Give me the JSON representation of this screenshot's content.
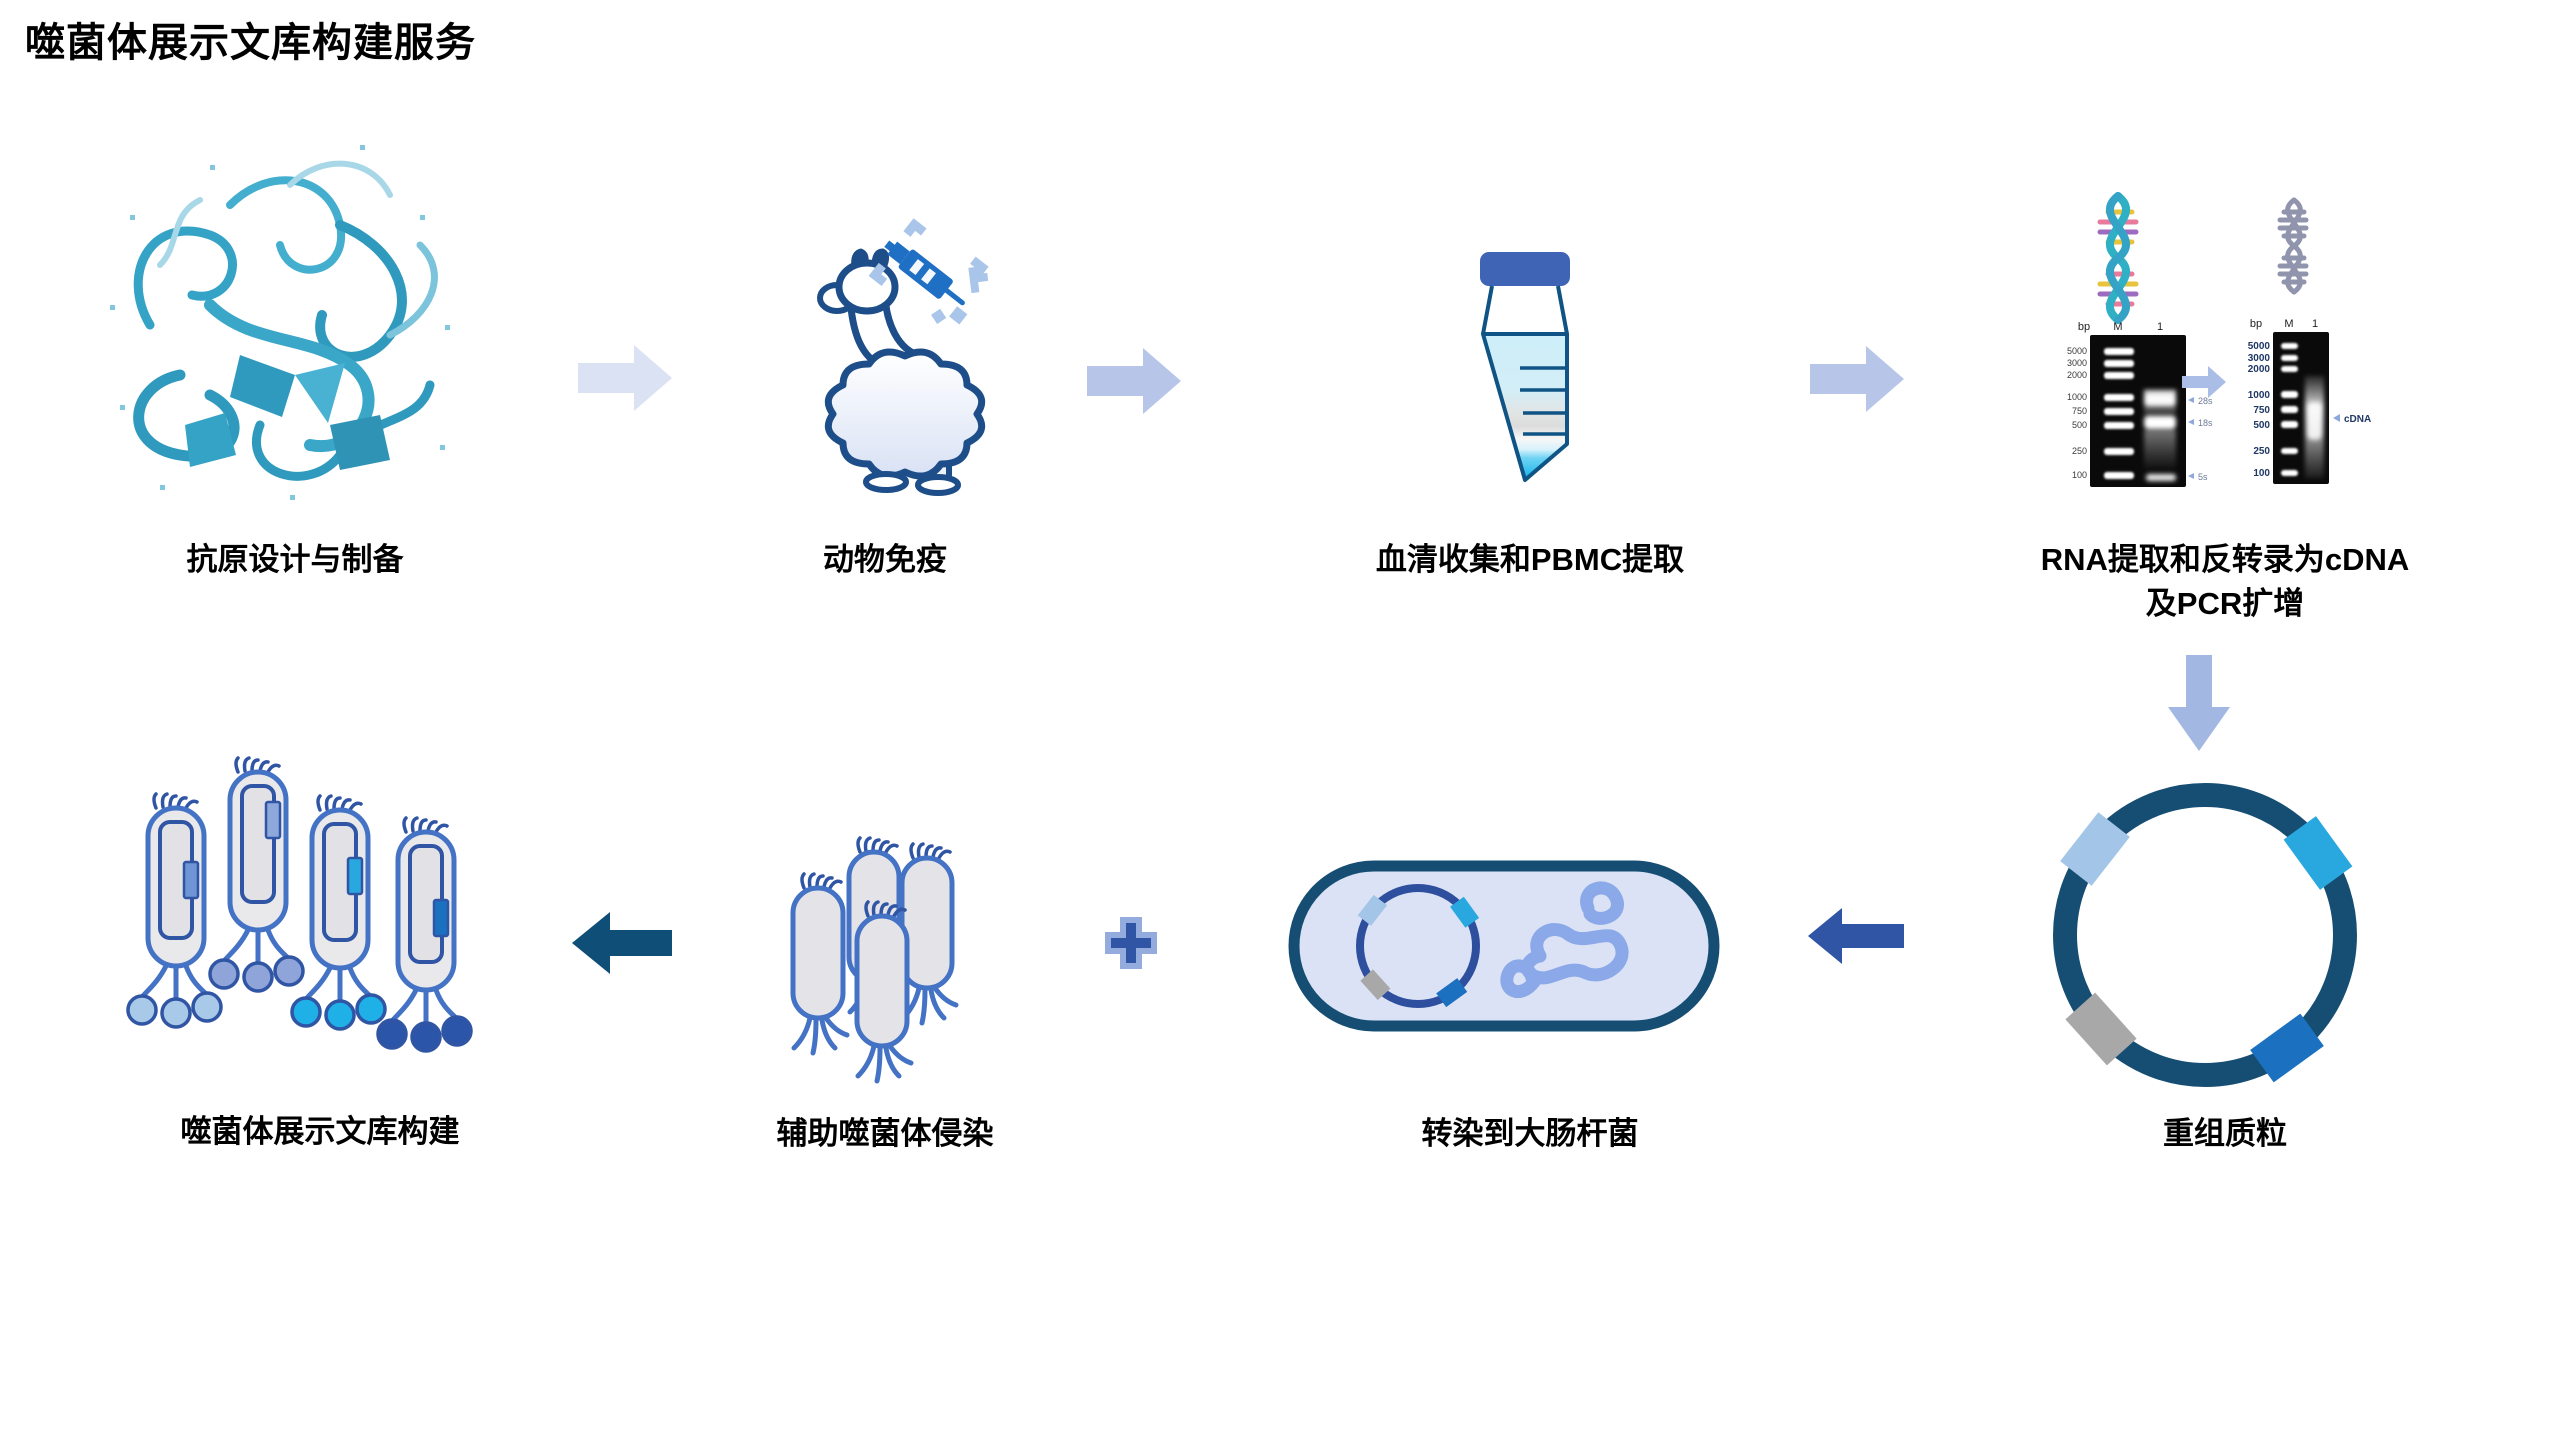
{
  "title": "噬菌体展示文库构建服务",
  "steps": {
    "antigen": "抗原设计与制备",
    "immunization": "动物免疫",
    "serum": "血清收集和PBMC提取",
    "rna_line1": "RNA提取和反转录为cDNA",
    "rna_line2": "及PCR扩增",
    "plasmid": "重组质粒",
    "ecoli": "转染到大肠杆菌",
    "helper": "辅助噬菌体侵染",
    "library": "噬菌体展示文库构建"
  },
  "gel": {
    "header": {
      "bp": "bp",
      "m": "M",
      "lane1": "1"
    },
    "ladder": [
      "5000",
      "3000",
      "2000",
      "1000",
      "750",
      "500",
      "250",
      "100"
    ],
    "left_markers": {
      "m28s": "28s",
      "m18s": "18s",
      "m5s": "5s"
    },
    "cdna": "cDNA"
  },
  "plus": "+",
  "colors": {
    "arrow_pale": "#dbe2f3",
    "arrow_light": "#b7c6e8",
    "arrow_down": "#a3b7e3",
    "arrow_medium": "#2f55a4",
    "arrow_dark": "#0e4e77",
    "plus_fill": "#2f55a4",
    "plus_stroke": "#93abdd",
    "protein_teal": "#35a3c6",
    "outline_navy": "#164e73",
    "llama_outline": "#1d4e89",
    "syringe_blue": "#1f6fc4",
    "bracket_blue": "#a9c6ea",
    "phage_stroke": "#4472c4",
    "phage_crown": "#2f55a4",
    "ecoli_fill": "#dbe2f5",
    "squiggle_blue": "#87a6e8",
    "tube_cap": "#3f63b5",
    "tube_outline": "#0f5484",
    "segment_lightblue": "#a3c6e8",
    "segment_cyan": "#29a8e0",
    "segment_blue": "#1c70c0",
    "segment_gray": "#a8a8a8"
  }
}
